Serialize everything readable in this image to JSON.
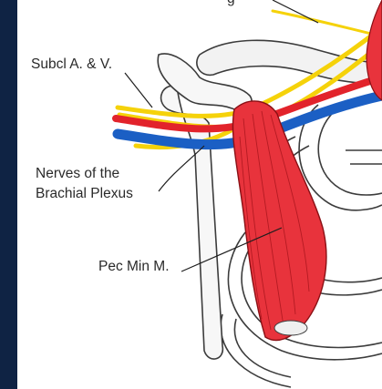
{
  "illustration": {
    "subject": "shoulder-anatomy",
    "labels": {
      "subclavian": "Subcl A. & V.",
      "nerves_line1": "Nerves of the",
      "nerves_line2": "Brachial Plexus",
      "pec_min": "Pec Min M.",
      "top_cut": "g"
    }
  }
}
